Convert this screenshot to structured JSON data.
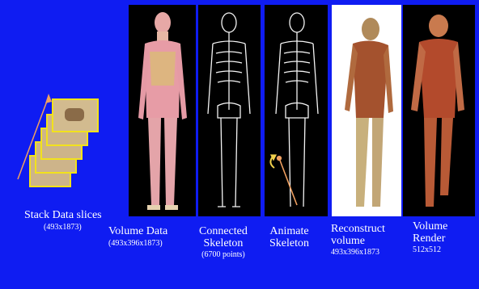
{
  "stages": [
    {
      "title": "Stack Data slices",
      "dims": "(493x1873)"
    },
    {
      "title": "Volume Data",
      "dims": "(493x396x1873)"
    },
    {
      "title_lines": [
        "Connected",
        "Skeleton"
      ],
      "dims": "(6700 points)"
    },
    {
      "title_lines": [
        "Animate",
        "Skeleton"
      ]
    },
    {
      "title_lines": [
        "Reconstruct",
        "volume"
      ],
      "dims": "493x396x1873"
    },
    {
      "title_lines": [
        "Volume",
        "Render"
      ],
      "dims": "512x512"
    }
  ],
  "colors": {
    "background": "#0f1cf2",
    "slice_border": "#f2e21c",
    "arrow": "#f0a060"
  }
}
